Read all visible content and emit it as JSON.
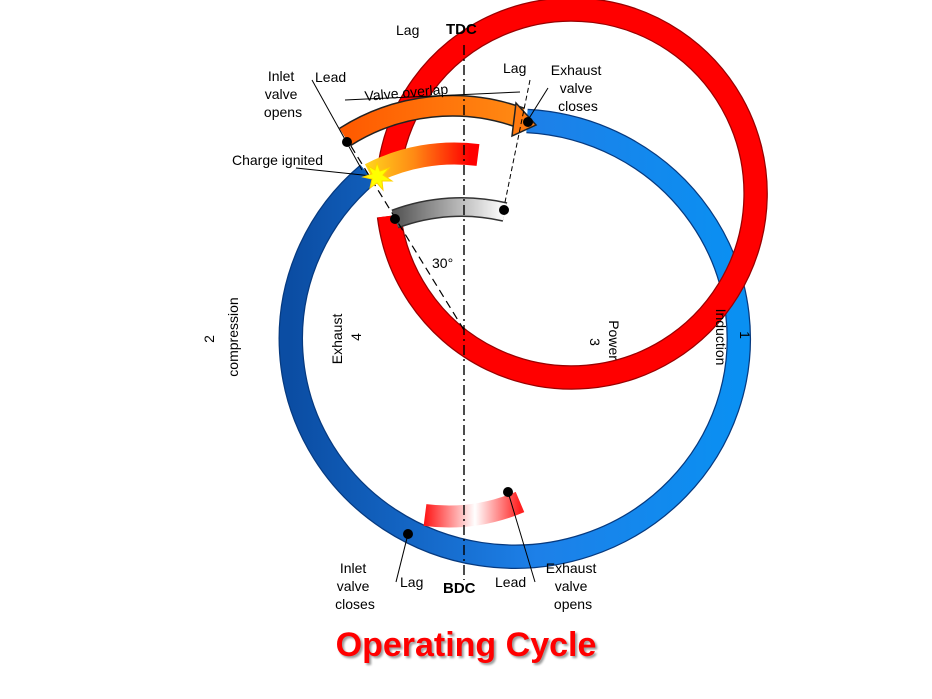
{
  "title": "Operating Cycle",
  "markers": {
    "tdc": "TDC",
    "bdc": "BDC",
    "lag_top": "Lag",
    "lag_top_right": "Lag",
    "lead_top": "Lead",
    "lag_bottom": "Lag",
    "lead_bottom": "Lead",
    "angle": "30°"
  },
  "annotations": {
    "inlet_opens": [
      "Inlet",
      "valve",
      "opens"
    ],
    "exhaust_closes": [
      "Exhaust",
      "valve",
      "closes"
    ],
    "inlet_closes": [
      "Inlet",
      "valve",
      "closes"
    ],
    "exhaust_opens": [
      "Exhaust",
      "valve",
      "opens"
    ],
    "valve_overlap": "Valve overlap",
    "charge_ignited": "Charge ignited"
  },
  "strokes": {
    "induction": [
      "1",
      "Induction"
    ],
    "compression": [
      "2",
      "compression"
    ],
    "power": [
      "Power",
      "3"
    ],
    "exhaust": [
      "Exhaust",
      "4"
    ]
  },
  "colors": {
    "induction": "#0a8cf0",
    "compression": "#0a4fa8",
    "power": "#ff0000",
    "exhaust_return": "#a8a8a8",
    "overlap": "#ff6a00",
    "spark": "#ffff00",
    "title": "#ff0000"
  }
}
